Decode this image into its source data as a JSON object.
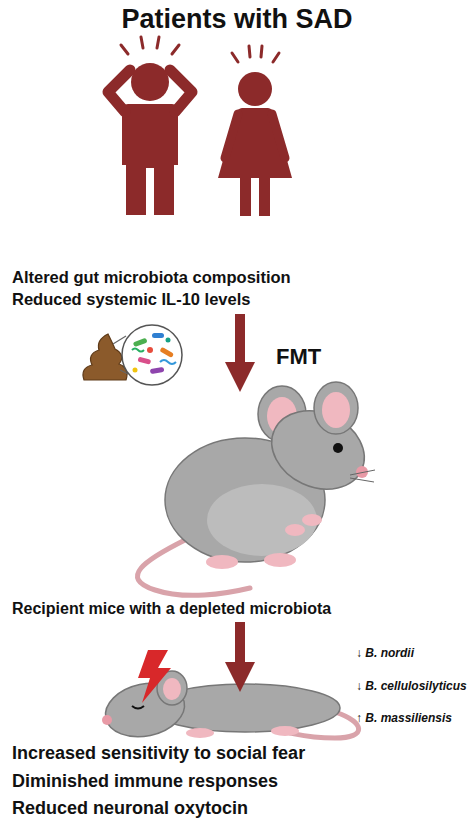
{
  "diagram": {
    "title": "Patients with SAD",
    "nodes": [
      {
        "text": [
          "Altered gut microbiota composition",
          "Reduced systemic IL-10 levels"
        ]
      },
      {
        "text": [
          "Recipient mice with a depleted microbiota"
        ]
      },
      {
        "text": [
          "Increased sensitivity to social fear",
          "Diminished immune responses",
          "Reduced neuronal oxytocin"
        ]
      }
    ],
    "edges": [
      {
        "from": 0,
        "to": 1,
        "arrow": "to",
        "label": "FMT"
      },
      {
        "from": 1,
        "to": 2,
        "arrow": "to"
      }
    ],
    "labels": [
      "↓ B. nordii",
      "↓ B. cellulosilyticus",
      "↑ B. massiliensis"
    ]
  }
}
